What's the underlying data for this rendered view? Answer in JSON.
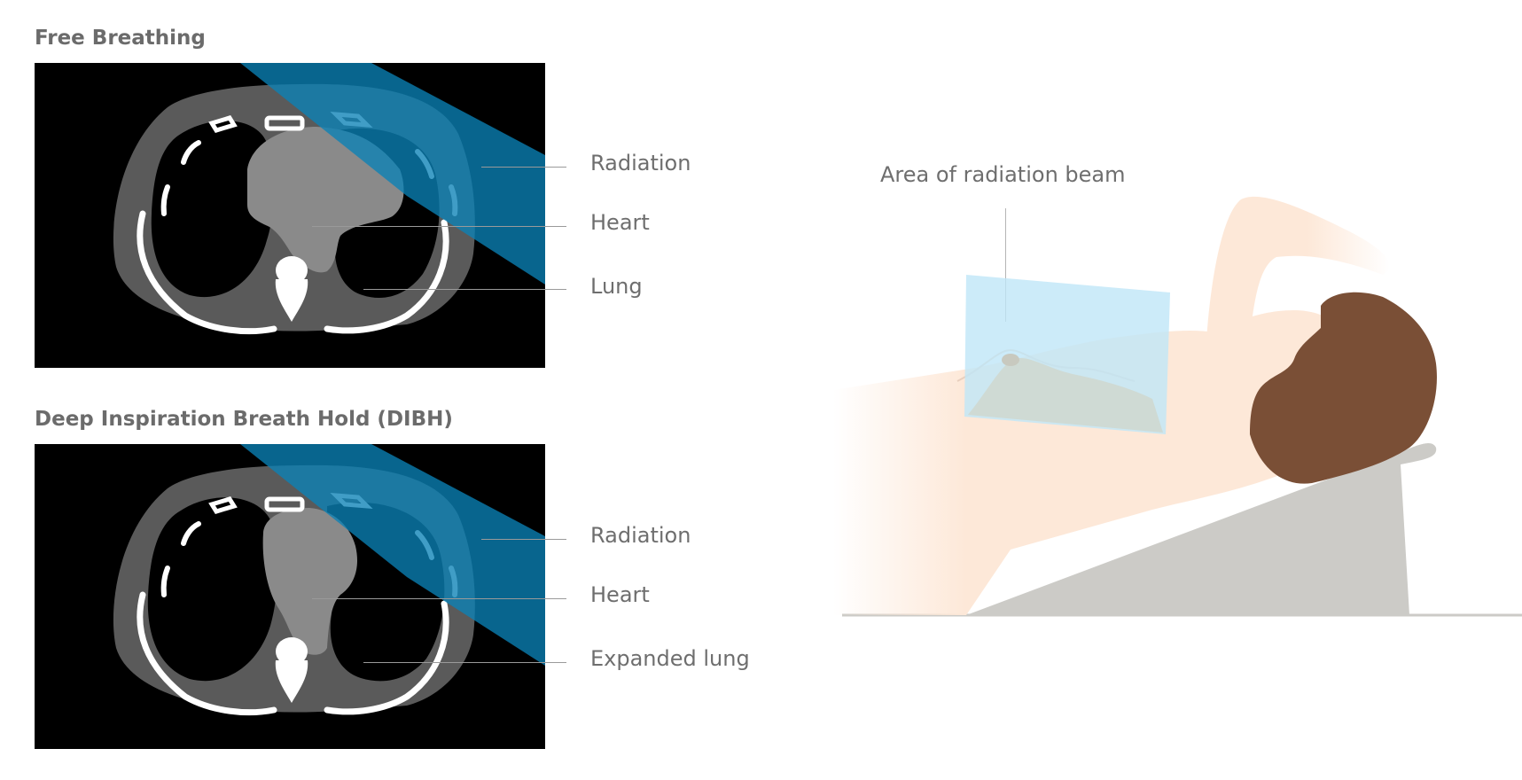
{
  "panels": [
    {
      "title": "Free Breathing",
      "labels": {
        "radiation": "Radiation",
        "heart": "Heart",
        "lung": "Lung"
      }
    },
    {
      "title": "Deep Inspiration Breath Hold (DIBH)",
      "labels": {
        "radiation": "Radiation",
        "heart": "Heart",
        "lung": "Expanded lung"
      }
    }
  ],
  "illustration": {
    "beam_label": "Area of radiation beam"
  },
  "colors": {
    "radiation_beam": "#0a82b6",
    "ct_background": "#000000",
    "body_tissue": "#5a5a5a",
    "bone": "#ffffff",
    "heart": "#8a8a8a",
    "skin": "#fde8d8",
    "hair": "#7a4f36",
    "table": "#cccbc7",
    "beam_area": "#bfe6f7"
  }
}
